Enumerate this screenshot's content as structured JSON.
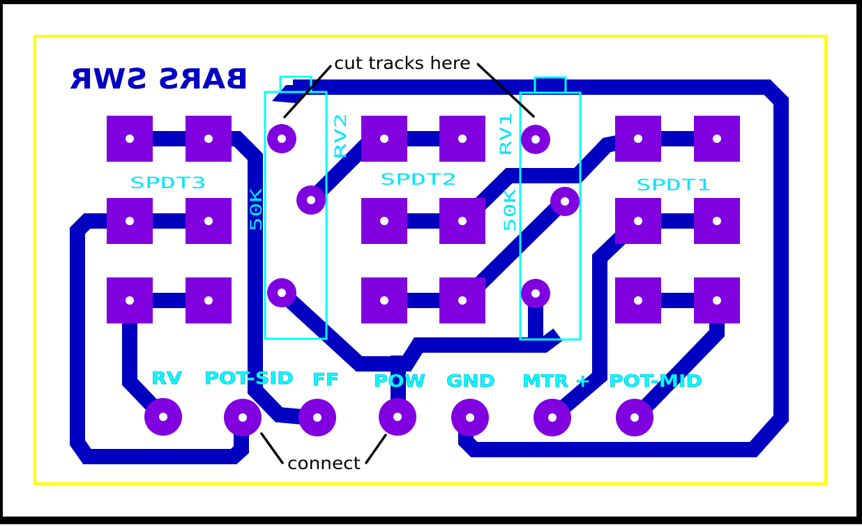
{
  "board": {
    "title": "BARS SWR",
    "title_mirrored": true,
    "colors": {
      "outer_border": "#000000",
      "board_outline": "#ffff00",
      "track": "#0000c0",
      "pad": "#8000e0",
      "drill": "#ffffff",
      "silkscreen": "#00ffff",
      "annotation": "#000000"
    }
  },
  "components": {
    "switches": [
      {
        "label": "SPDT3"
      },
      {
        "label": "SPDT2"
      },
      {
        "label": "SPDT1"
      }
    ],
    "pots": [
      {
        "ref": "RV2",
        "value": "50K"
      },
      {
        "ref": "RV1",
        "value": "50K"
      }
    ]
  },
  "connectors": [
    {
      "label": "RV"
    },
    {
      "label": "POT-SID"
    },
    {
      "label": "FF"
    },
    {
      "label": "POW"
    },
    {
      "label": "GND"
    },
    {
      "label": "MTR +"
    },
    {
      "label": "POT-MID"
    }
  ],
  "annotations": {
    "cut": "cut tracks here",
    "connect": "connect"
  }
}
